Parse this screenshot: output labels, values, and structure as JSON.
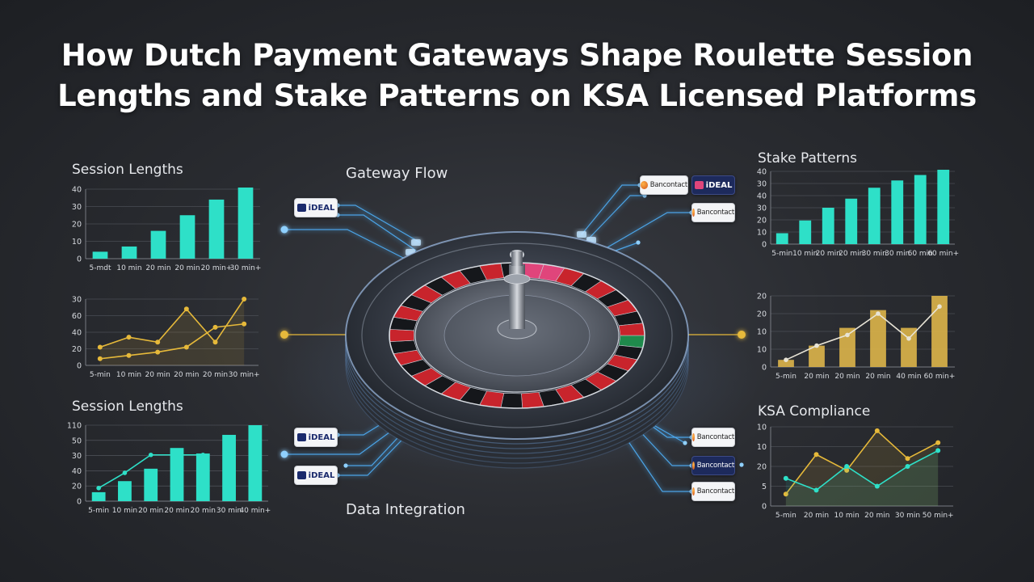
{
  "title_lines": [
    "How Dutch Payment Gateways Shape Roulette Session",
    "Lengths and Stake Patterns on KSA Licensed Platforms"
  ],
  "labels": {
    "gateway_flow": "Gateway Flow",
    "data_integration": "Data Integration"
  },
  "colors": {
    "teal": "#2ee0c8",
    "gold": "#e6b93a",
    "gold_bar": "#d9b24a",
    "wheel_red": "#c8242c",
    "glow_blue": "#4fb4ff"
  },
  "badges": {
    "ideal": "iDEAL",
    "bancontact": "Bancontact"
  },
  "chart_data": [
    {
      "id": "left-top",
      "type": "bar",
      "title": "Session Lengths",
      "categories": [
        "5-mdt",
        "10 min",
        "20 min",
        "20 min",
        "20 min+",
        "30 min+"
      ],
      "values": [
        4,
        7,
        16,
        25,
        34,
        43
      ],
      "ylim": [
        0,
        40
      ],
      "yticks": [
        "0",
        "10",
        "20",
        "30",
        "40"
      ],
      "grid": true
    },
    {
      "id": "left-middle",
      "type": "line",
      "title": "",
      "categories": [
        "5-min",
        "10 min",
        "20 min",
        "20 min",
        "20 min",
        "30 min+"
      ],
      "series": [
        {
          "values": [
            11,
            17,
            14,
            34,
            14,
            40
          ]
        },
        {
          "values": [
            4,
            6,
            8,
            11,
            23,
            25
          ]
        }
      ],
      "ylim": [
        0,
        40
      ],
      "yticks": [
        "0",
        "20",
        "40",
        "60",
        "30"
      ],
      "grid": true
    },
    {
      "id": "left-bottom",
      "type": "bar",
      "title": "Session Lengths",
      "categories": [
        "5-min",
        "10 min",
        "20 min",
        "20 min",
        "20 min",
        "30 min",
        "40 min+"
      ],
      "values": [
        13,
        29,
        47,
        77,
        69,
        96,
        110
      ],
      "line_values": [
        19,
        41,
        67,
        67,
        67
      ],
      "ylim": [
        0,
        110
      ],
      "yticks": [
        "0",
        "20",
        "40",
        "30",
        "50",
        "110"
      ],
      "grid": true
    },
    {
      "id": "right-top",
      "type": "bar",
      "title": "Stake Patterns",
      "categories": [
        "5-min",
        "10 min",
        "20 min",
        "20 min",
        "30 min",
        "30 min",
        "60 min",
        "60 min+"
      ],
      "values": [
        6,
        13,
        20,
        25,
        31,
        35,
        38,
        41
      ],
      "ylim": [
        0,
        40
      ],
      "yticks": [
        "0",
        "10",
        "20",
        "30",
        "40",
        "30",
        "40"
      ],
      "grid": true
    },
    {
      "id": "right-middle",
      "type": "bar",
      "title": "",
      "categories": [
        "5-min",
        "20 min",
        "20 min",
        "20 min",
        "40 min",
        "60 min+"
      ],
      "values": [
        2,
        6,
        11,
        16,
        11,
        20
      ],
      "line_values": [
        2,
        6,
        9,
        15,
        8,
        17
      ],
      "ylim": [
        0,
        20
      ],
      "yticks": [
        "0",
        "10",
        "10",
        "20",
        "20"
      ],
      "grid": true
    },
    {
      "id": "right-bottom",
      "type": "line",
      "title": "KSA Compliance",
      "categories": [
        "5-min",
        "20 min",
        "10 min",
        "20 min",
        "30 min",
        "50 min+"
      ],
      "series": [
        {
          "values": [
            3,
            13,
            9,
            19,
            12,
            16
          ]
        },
        {
          "values": [
            7,
            4,
            10,
            5,
            10,
            14
          ]
        }
      ],
      "ylim": [
        0,
        20
      ],
      "yticks": [
        "0",
        "5",
        "20",
        "10",
        "10"
      ],
      "grid": true
    }
  ]
}
